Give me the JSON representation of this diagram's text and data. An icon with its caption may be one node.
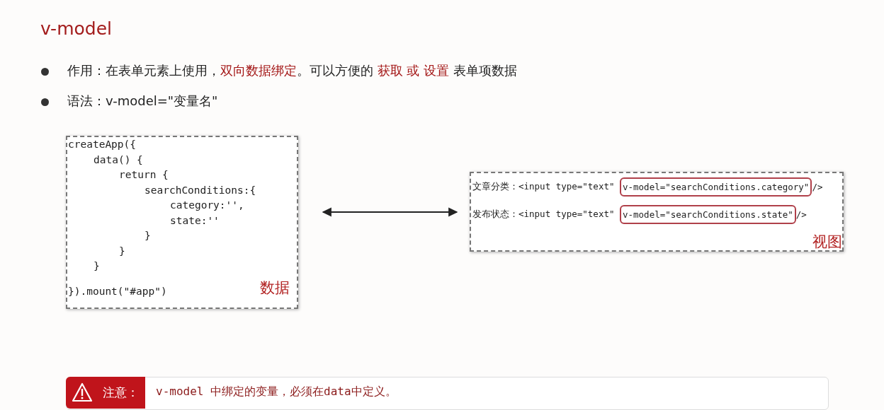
{
  "diagram": {
    "title": "v-model",
    "nodes": [
      {
        "text": [
          "createApp({",
          "data() {",
          "return {",
          "searchConditions:{",
          "category:'',",
          "state:''",
          "}",
          "}",
          "}",
          "}).mount(\"#app\")",
          "数据"
        ]
      },
      {
        "text": [
          "文章分类：<input type=\"text\"",
          "/>",
          "发布状态：<input type=\"text\"",
          "/>",
          "视图"
        ]
      },
      {
        "text": [
          "v-model=\"searchConditions.category\""
        ],
        "in": 1
      },
      {
        "text": [
          "v-model=\"searchConditions.state\""
        ],
        "in": 1
      }
    ],
    "edges": [
      {
        "from": 0,
        "to": 1,
        "arrow": "both"
      }
    ],
    "labels": [
      "作用：在表单元素上使用，**双向数据绑定**。可以方便的 **获取** **或** **设置** 表单项数据",
      "语法：v-model=\"变量名\"",
      "注意：",
      "v-model 中绑定的变量，必须在data中定义。"
    ]
  }
}
